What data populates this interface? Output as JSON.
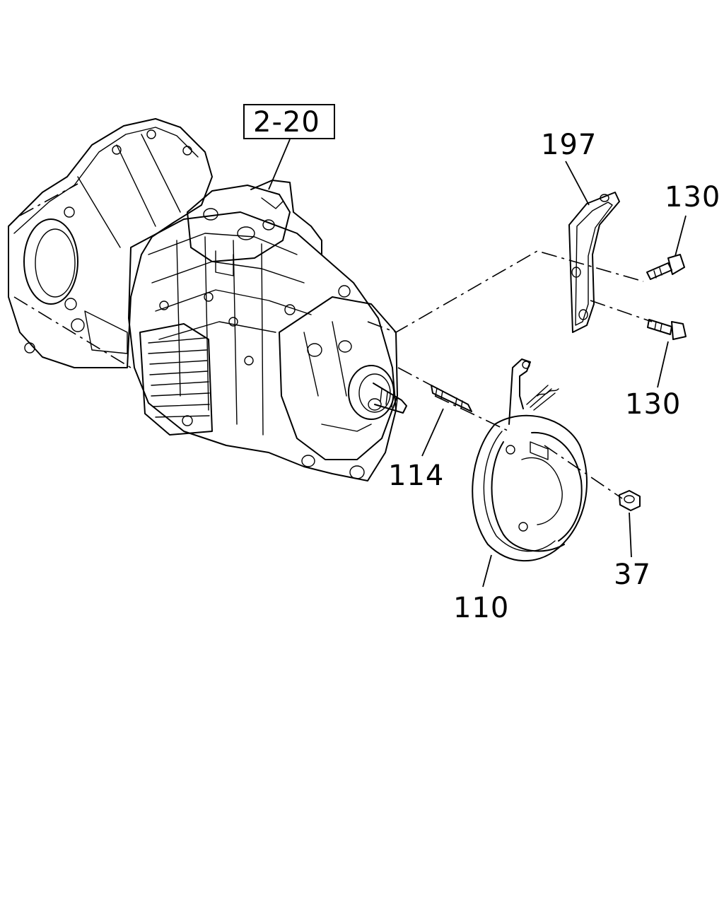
{
  "callouts": {
    "ref_2_20": "2-20",
    "p197": "197",
    "p130_top": "130",
    "p130_bottom": "130",
    "p114": "114",
    "p110": "110",
    "p37": "37"
  }
}
